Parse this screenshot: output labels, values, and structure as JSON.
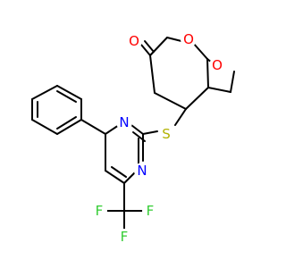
{
  "colors": {
    "background": "#ffffff",
    "bond": "#000000",
    "oxygen": "#ff0000",
    "nitrogen": "#0000ff",
    "sulfur": "#b2b200",
    "fluorine": "#33cc33"
  },
  "atoms": {
    "o_ketone": "O",
    "o_bridge": "O",
    "o_ring": "O",
    "s_thioether": "S",
    "n_top": "N",
    "n_bottom": "N",
    "f_left": "F",
    "f_right": "F",
    "f_bottom": "F"
  }
}
